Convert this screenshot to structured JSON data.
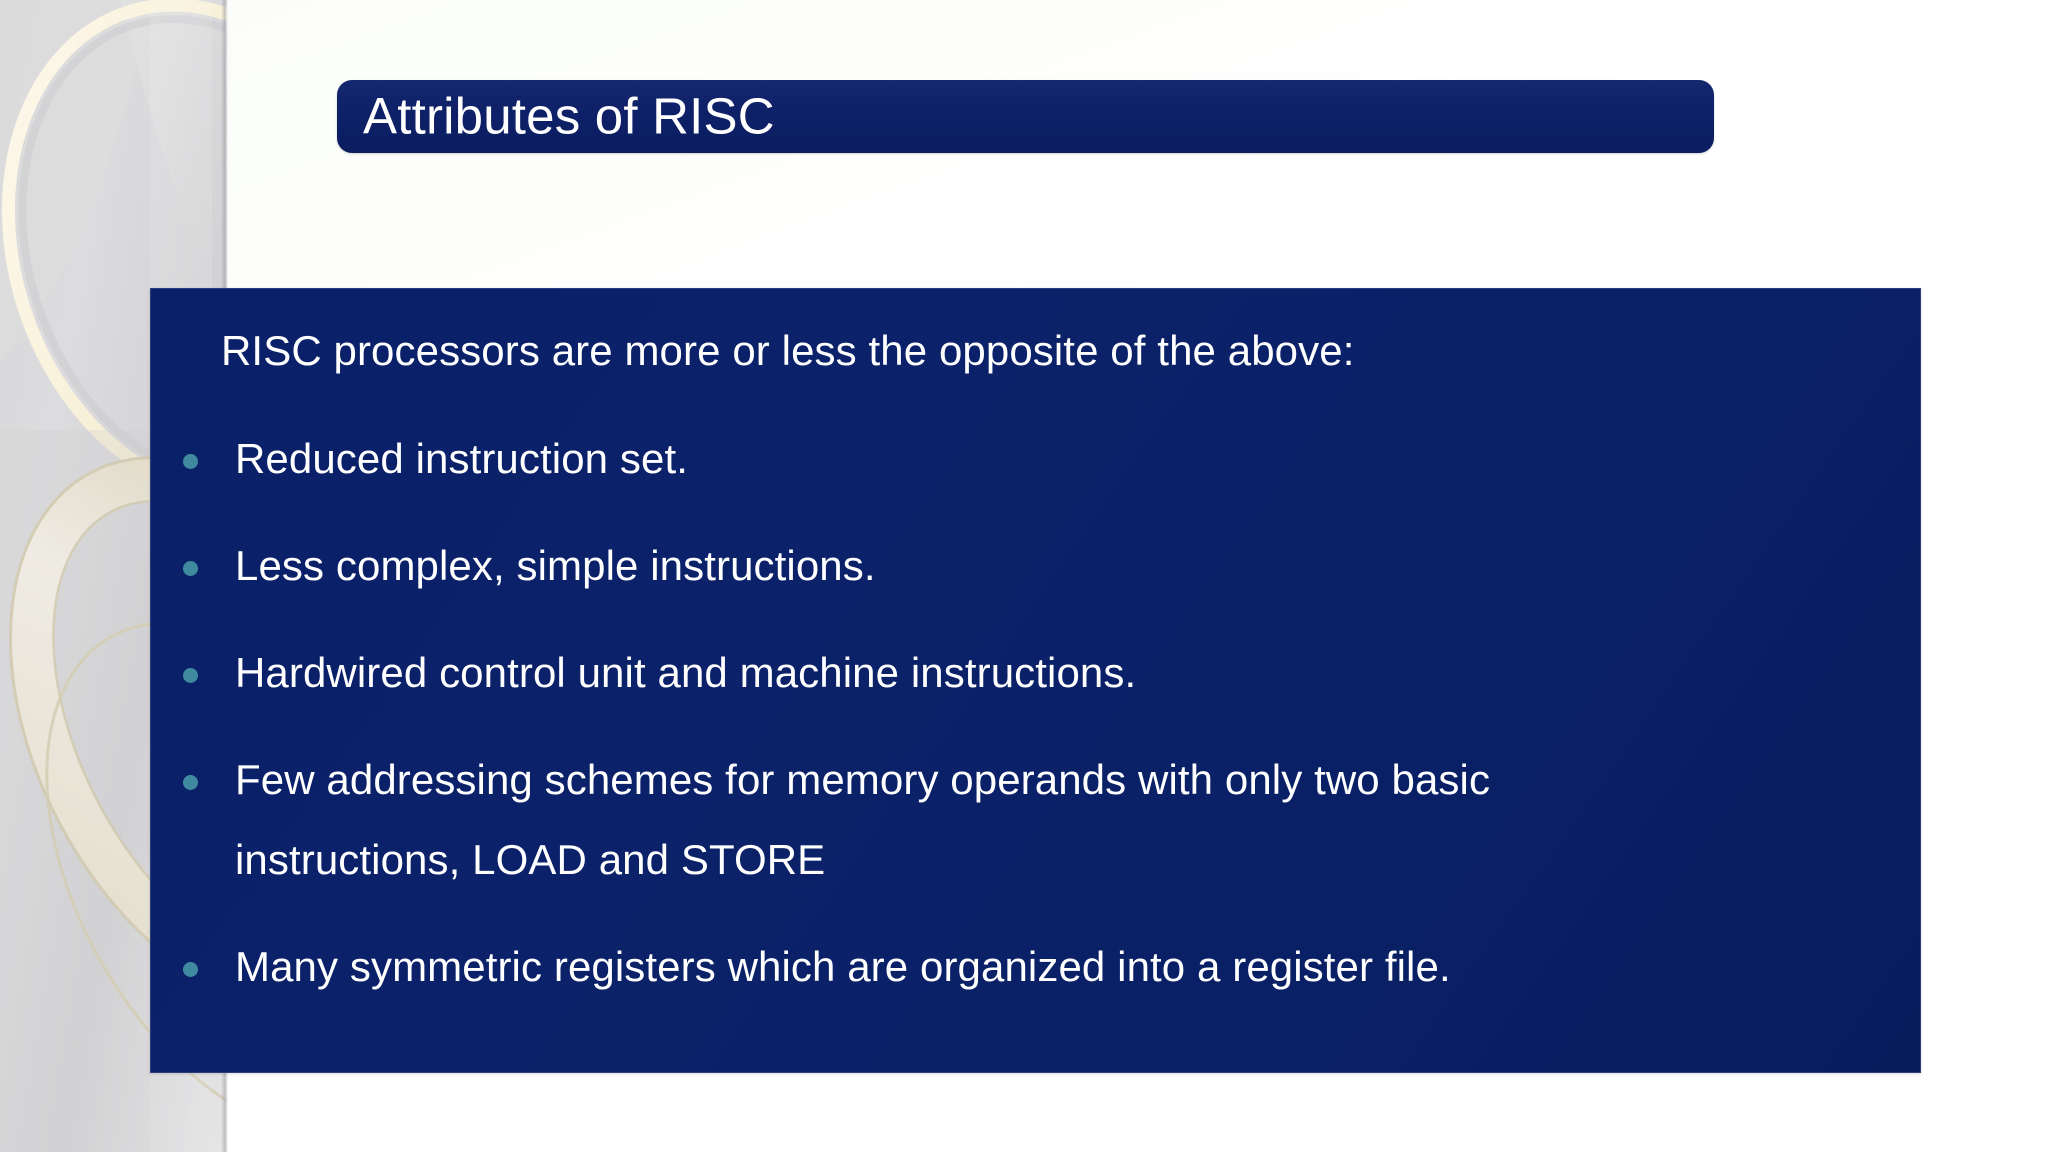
{
  "slide": {
    "title": "Attributes of RISC",
    "intro": "RISC processors are more or less the opposite of the above:",
    "bullets": [
      {
        "text": "Reduced instruction set."
      },
      {
        "text": "Less complex, simple instructions."
      },
      {
        "text": "Hardwired control unit and machine instructions."
      },
      {
        "text": "Few addressing schemes for memory operands with only two basic instructions, LOAD and STORE"
      },
      {
        "text": "Many symmetric registers which are organized into a register file."
      }
    ]
  },
  "colors": {
    "navy": "#0a2069",
    "title_navy": "#0e2168",
    "bullet_teal": "#3f8a9e",
    "text_white": "#ffffff",
    "sidebar_gray": "#d7d7d9",
    "decor_cream": "#f6eed6",
    "page_background": "#ffffff"
  }
}
